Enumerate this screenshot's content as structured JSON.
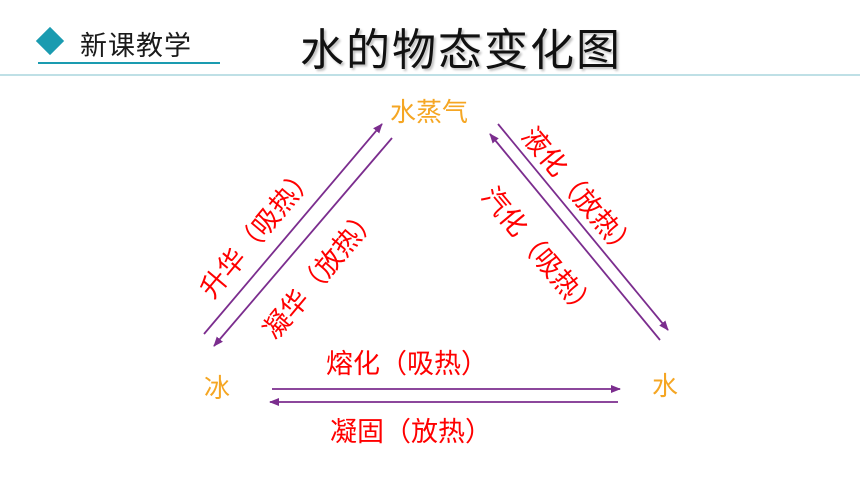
{
  "header": {
    "section_label": "新课教学",
    "title": "水的物态变化图"
  },
  "states": {
    "vapor": "水蒸气",
    "ice": "冰",
    "water": "水"
  },
  "processes": {
    "sublimation": "升华（吸热）",
    "deposition": "凝华（放热）",
    "liquefaction": "液化（放热）",
    "vaporization": "汽化（吸热）",
    "melting": "熔化（吸热）",
    "solidification": "凝固（放热）"
  },
  "colors": {
    "accent": "#1a9bb0",
    "state_text": "#f5a623",
    "process_text": "#ff0000",
    "arrow": "#7b2d8e"
  }
}
